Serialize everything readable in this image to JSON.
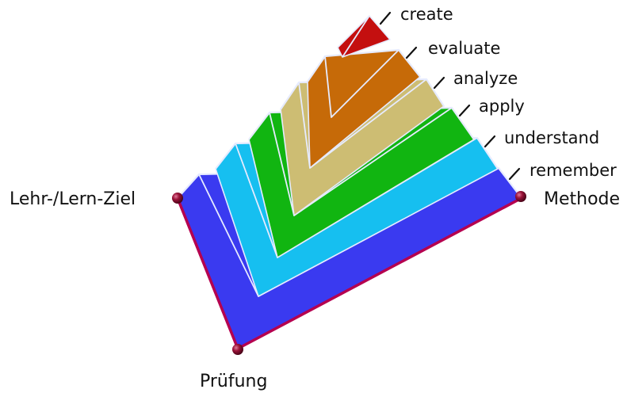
{
  "levels": [
    {
      "label": "remember",
      "color": "#3a3af0"
    },
    {
      "label": "understand",
      "color": "#16bff0"
    },
    {
      "label": "apply",
      "color": "#11b511"
    },
    {
      "label": "analyze",
      "color": "#cdbd73"
    },
    {
      "label": "evaluate",
      "color": "#c66a08"
    },
    {
      "label": "create",
      "color": "#c40f0f"
    }
  ],
  "corners": {
    "goal": "Lehr-/Lern-Ziel",
    "method": "Methode",
    "exam": "Prüfung"
  },
  "colors": {
    "edge": "#b5004f",
    "node": "#8a0a2f",
    "ridge": "#e6ebff"
  }
}
